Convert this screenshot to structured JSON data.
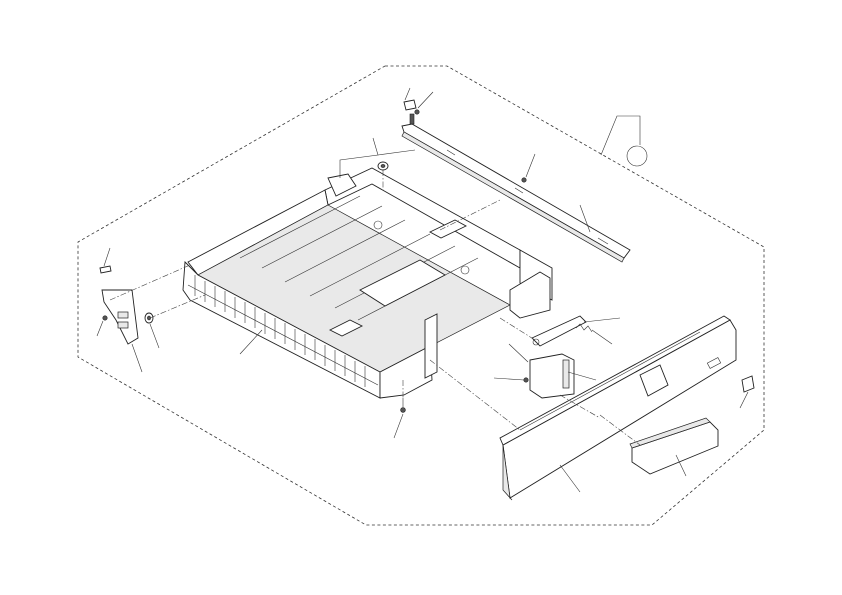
{
  "diagram": {
    "kind": "exploded-parts-view",
    "subject": "paper-cassette-tray",
    "colors": {
      "line": "#222222",
      "background": "#ffffff",
      "boundary": "#333333"
    },
    "callout_count": 20,
    "has_reference_circle": true
  }
}
